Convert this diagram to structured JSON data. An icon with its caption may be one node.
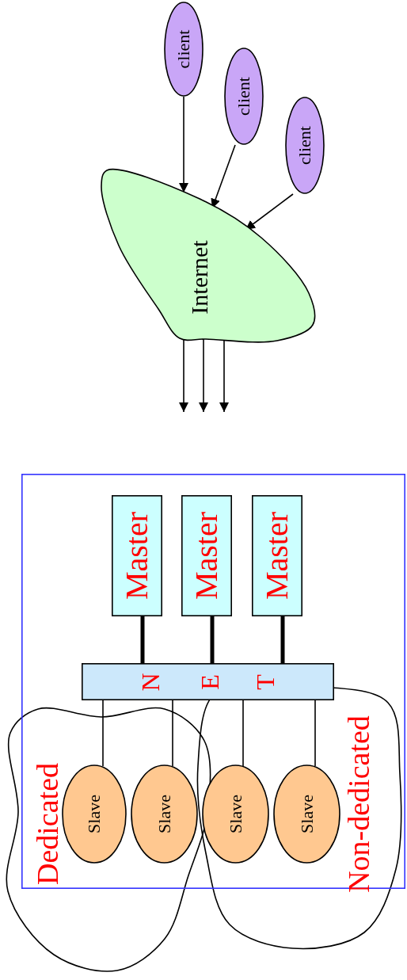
{
  "diagram": {
    "nodes": [
      {
        "text": [
          "client"
        ]
      },
      {
        "text": [
          "client"
        ]
      },
      {
        "text": [
          "client"
        ]
      },
      {
        "text": [
          "Internet"
        ]
      },
      {
        "text": [],
        "shape": "box"
      },
      {
        "text": [
          "Master"
        ],
        "in": 4
      },
      {
        "text": [
          "Master"
        ],
        "in": 4
      },
      {
        "text": [
          "Master"
        ],
        "in": 4
      },
      {
        "text": [
          "N",
          "E",
          "T"
        ],
        "in": 4
      },
      {
        "text": [
          "Slave"
        ],
        "in": 4
      },
      {
        "text": [
          "Slave"
        ],
        "in": 4
      },
      {
        "text": [
          "Slave"
        ],
        "in": 4
      },
      {
        "text": [
          "Slave"
        ],
        "in": 4
      }
    ],
    "edges": [
      {
        "from": 0,
        "to": 3,
        "arrow": "to"
      },
      {
        "from": 1,
        "to": 3,
        "arrow": "to"
      },
      {
        "from": 2,
        "to": 3,
        "arrow": "to"
      },
      {
        "from": 3,
        "to": null,
        "arrow": "to"
      },
      {
        "from": 3,
        "to": null,
        "arrow": "to"
      },
      {
        "from": 3,
        "to": null,
        "arrow": "to"
      },
      {
        "from": 5,
        "to": 8,
        "arrow": "none",
        "style": "thick"
      },
      {
        "from": 6,
        "to": 8,
        "arrow": "none",
        "style": "thick"
      },
      {
        "from": 7,
        "to": 8,
        "arrow": "none",
        "style": "thick"
      },
      {
        "from": 8,
        "to": 9,
        "arrow": "none"
      },
      {
        "from": 8,
        "to": 10,
        "arrow": "none"
      },
      {
        "from": 8,
        "to": 11,
        "arrow": "none"
      },
      {
        "from": 8,
        "to": 12,
        "arrow": "none"
      }
    ],
    "labels": [
      "Dedicated",
      "Non-dedicated"
    ]
  }
}
